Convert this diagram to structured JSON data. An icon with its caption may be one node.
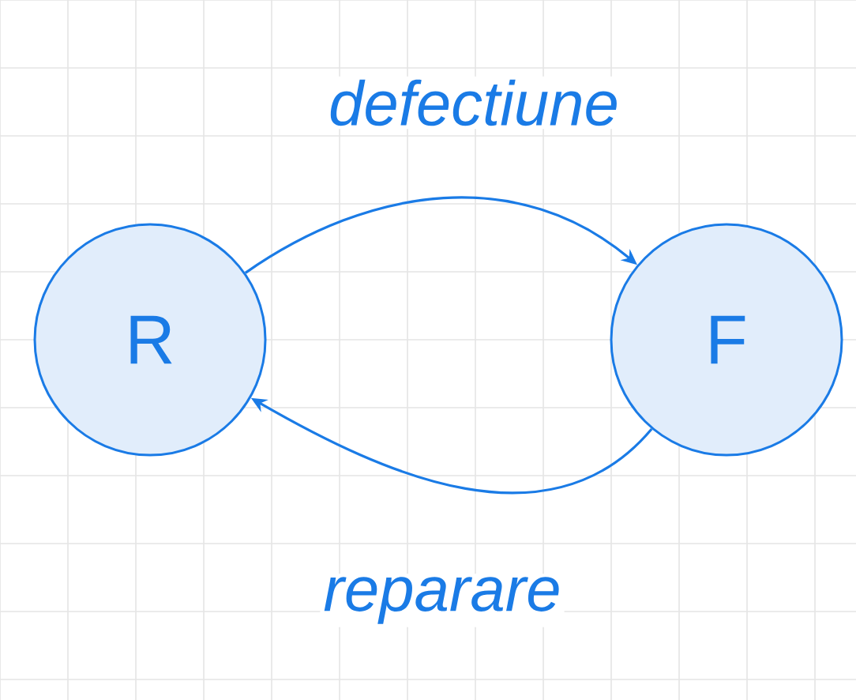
{
  "diagram": {
    "nodes": [
      {
        "text": [
          "R"
        ]
      },
      {
        "text": [
          "F"
        ]
      }
    ],
    "edges": [
      {
        "from": 0,
        "to": 1,
        "arrow": "to",
        "label": "defectiune"
      },
      {
        "from": 1,
        "to": 0,
        "arrow": "to",
        "label": "reparare"
      }
    ]
  }
}
